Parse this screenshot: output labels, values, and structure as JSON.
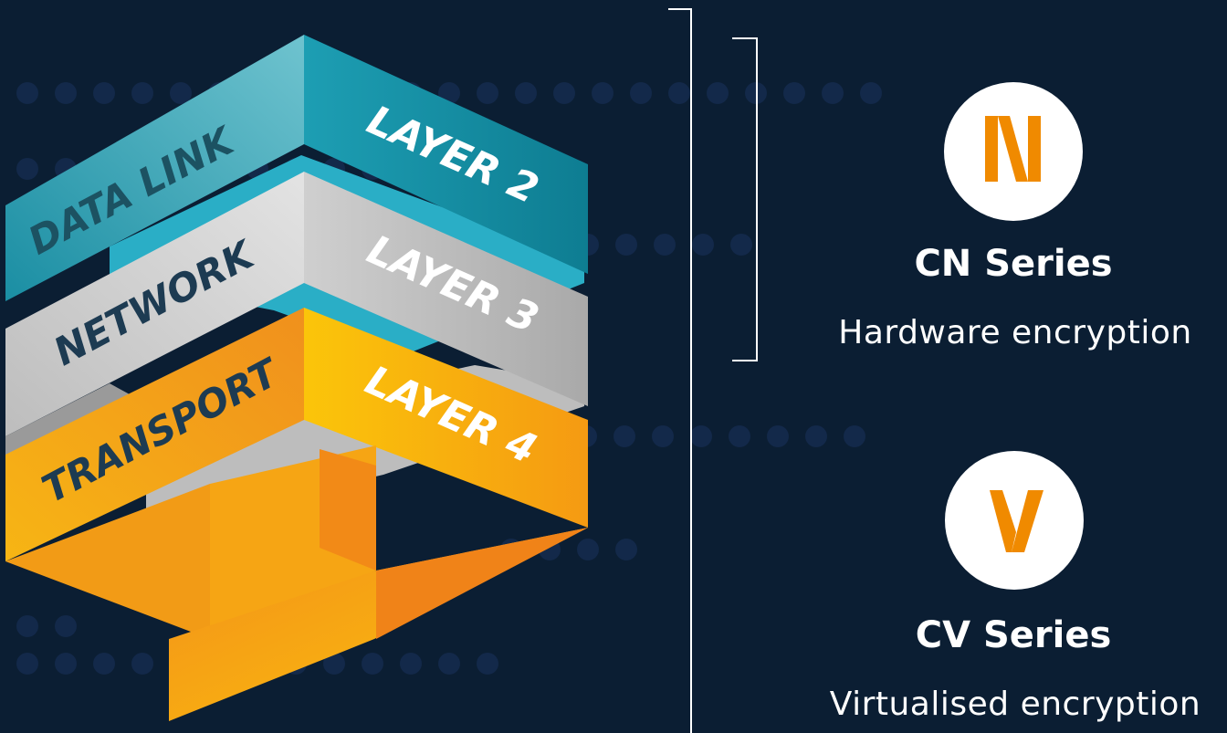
{
  "stack": {
    "layers": [
      {
        "name": "DATA LINK",
        "layer_label": "LAYER 2"
      },
      {
        "name": "NETWORK",
        "layer_label": "LAYER 3"
      },
      {
        "name": "TRANSPORT",
        "layer_label": "LAYER 4"
      }
    ]
  },
  "products": [
    {
      "logo_letter": "N",
      "title": "CN Series",
      "subtitle": "Hardware encryption"
    },
    {
      "logo_letter": "V",
      "title": "CV Series",
      "subtitle": "Virtualised encryption"
    }
  ],
  "colors": {
    "background": "#0b1e33",
    "brand_orange": "#f08a00",
    "teal": "#1a93a8",
    "grey": "#c9c9c9",
    "yellow": "#f6b20f"
  }
}
